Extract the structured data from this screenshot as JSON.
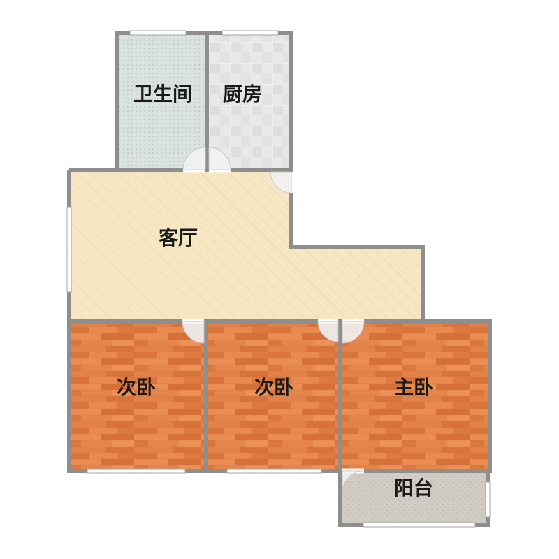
{
  "floor_plan": {
    "rooms": {
      "bathroom": {
        "label": "卫生间"
      },
      "kitchen": {
        "label": "厨房"
      },
      "living_room": {
        "label": "客厅"
      },
      "bedroom_second_left": {
        "label": "次卧"
      },
      "bedroom_second_middle": {
        "label": "次卧"
      },
      "bedroom_master": {
        "label": "主卧"
      },
      "balcony": {
        "label": "阳台"
      }
    },
    "colors": {
      "wall": "#8c8c8c",
      "bedroom_floor": "#e07e44",
      "living_floor": "#f6e6c0",
      "bathroom_floor": "#d8e0dc",
      "kitchen_floor": "#e6e6e6",
      "balcony_floor": "#cfcac2"
    }
  }
}
